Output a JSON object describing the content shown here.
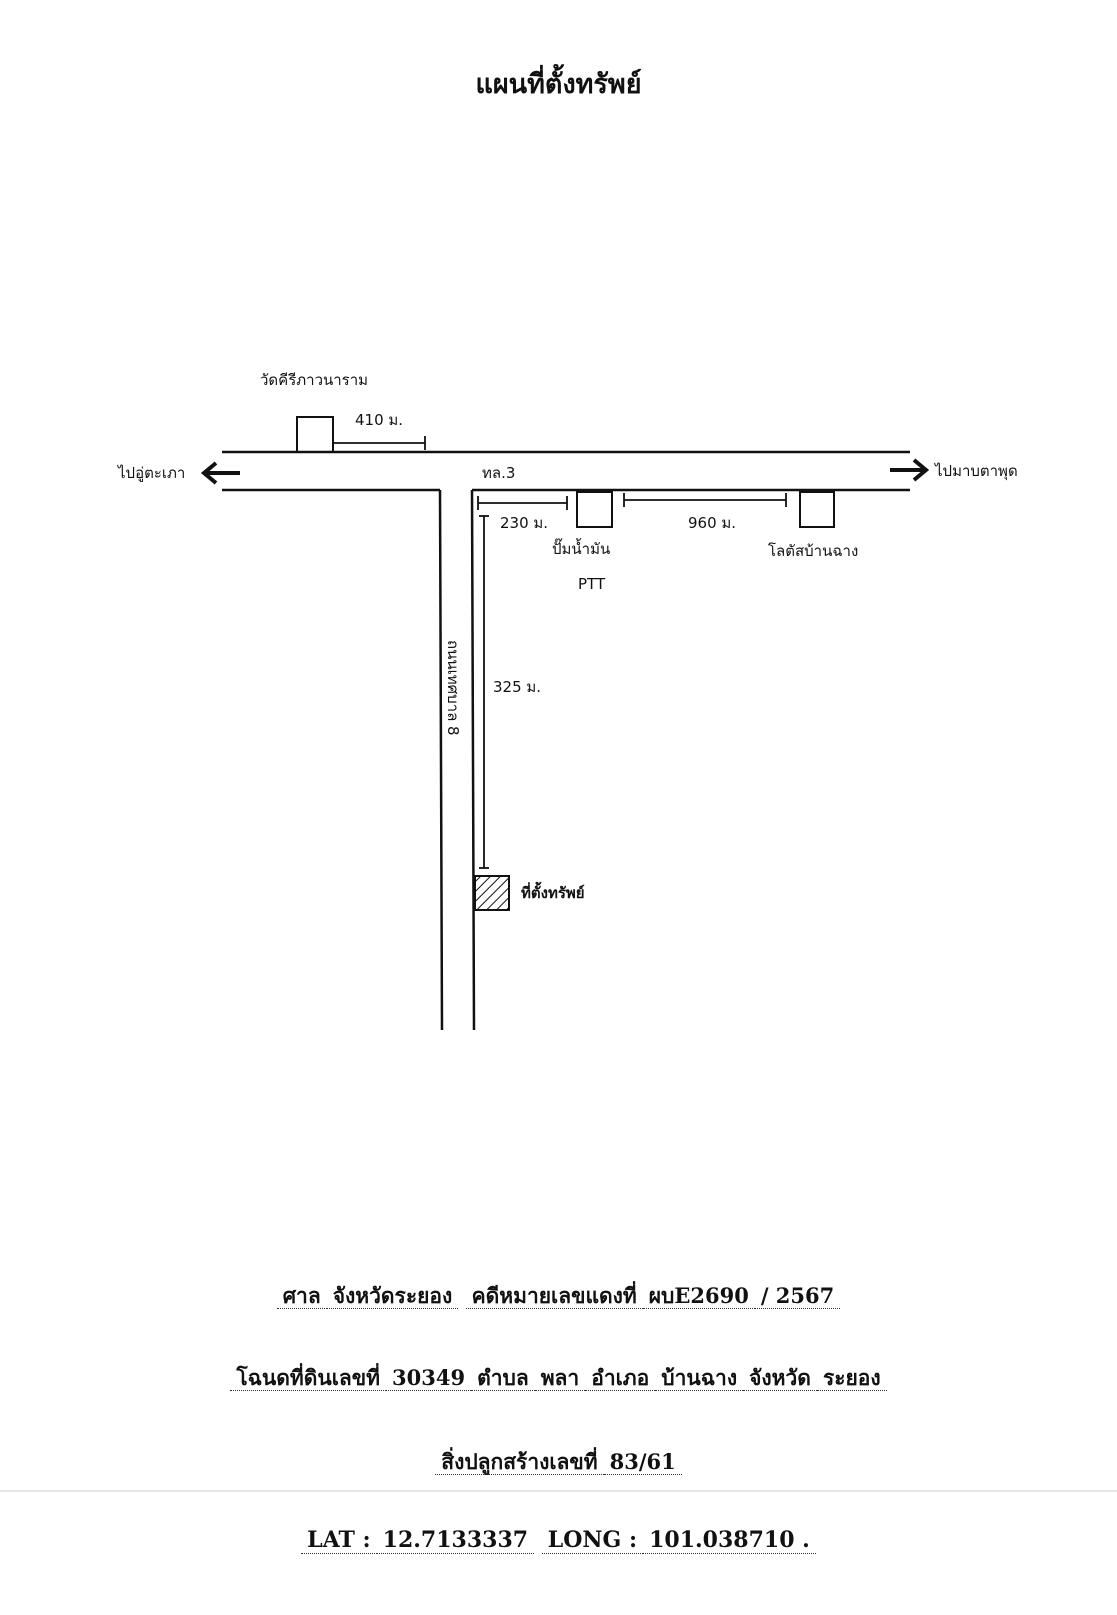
{
  "title": "แผนที่ตั้งทรัพย์",
  "map": {
    "temple_label": "วัดคีรีภาวนาราม",
    "dist_temple": "410 ม.",
    "left_direction": "ไปอู่ตะเภา",
    "right_direction": "ไปมาบตาพุด",
    "highway_label": "ทล.3",
    "dist_gas": "230 ม.",
    "gas_station_label_1": "ปั๊มน้ำมัน",
    "gas_station_label_2": "PTT",
    "dist_lotus": "960 ม.",
    "lotus_label": "โลตัสบ้านฉาง",
    "side_road_label": "ถนนเทศบาล 8",
    "dist_down": "325 ม.",
    "property_label": "ที่ตั้งทรัพย์"
  },
  "info": {
    "court_prefix": "ศาล",
    "court_name": "จังหวัดระยอง",
    "case_label": "คดีหมายเลขแดงที่",
    "case_number": "ผบE2690",
    "case_year": "/ 2567",
    "deed_label": "โฉนดที่ดินเลขที่",
    "deed_number": "30349",
    "tambon_label": "ตำบล",
    "tambon": "พลา",
    "amphoe_label": "อำเภอ",
    "amphoe": "บ้านฉาง",
    "province_label": "จังหวัด",
    "province": "ระยอง",
    "building_label": "สิ่งปลูกสร้างเลขที่",
    "building_number": "83/61",
    "lat_label": "LAT :",
    "lat": "12.7133337",
    "long_label": "LONG :",
    "long": "101.038710 ."
  }
}
